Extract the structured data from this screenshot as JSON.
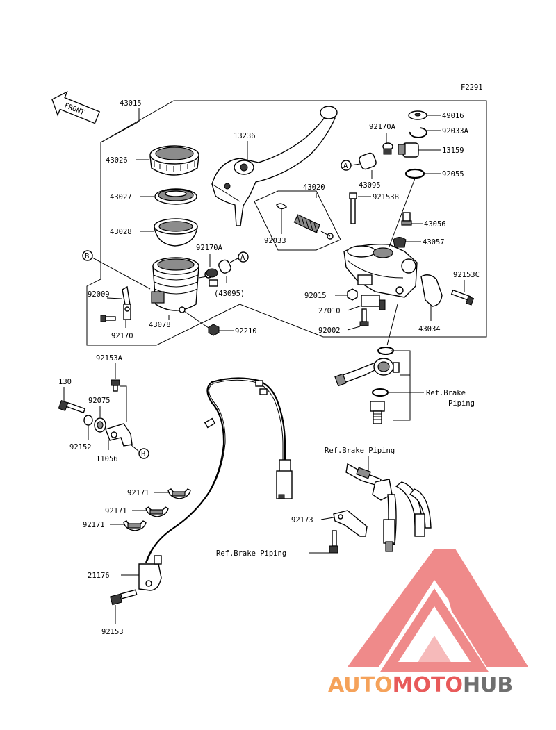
{
  "figure_code": "F2291",
  "front_arrow_label": "FRONT",
  "callouts": {
    "A": "A",
    "B": "B"
  },
  "labels": {
    "p43015": "43015",
    "p43026": "43026",
    "p43027": "43027",
    "p43028": "43028",
    "p13236": "13236",
    "p92170A_top": "92170A",
    "p49016": "49016",
    "p92033A": "92033A",
    "p13159": "13159",
    "p43095_top": "43095",
    "p92055": "92055",
    "p43020": "43020",
    "p92153B": "92153B",
    "p43056": "43056",
    "p92033": "92033",
    "p43057": "43057",
    "p92170A_mid": "92170A",
    "p43095_paren": "(43095)",
    "p92153C": "92153C",
    "p92009": "92009",
    "p92015": "92015",
    "p27010": "27010",
    "p43078": "43078",
    "p92210": "92210",
    "p92002": "92002",
    "p43034": "43034",
    "p92170": "92170",
    "p92153A": "92153A",
    "p130": "130",
    "p92075": "92075",
    "p92152": "92152",
    "p11056": "11056",
    "ref_brake_piping_1a": "Ref.Brake",
    "ref_brake_piping_1b": "Piping",
    "ref_brake_piping_2": "Ref.Brake Piping",
    "p92171_a": "92171",
    "p92171_b": "92171",
    "p92171_c": "92171",
    "p92173": "92173",
    "ref_brake_piping_3": "Ref.Brake Piping",
    "p21176": "21176",
    "p92153": "92153"
  },
  "watermark": {
    "part1": "AUTO",
    "part2": "MOTO",
    "part3": "HUB",
    "color_orange": "#f5a25a",
    "color_red": "#e85a5a",
    "color_grey": "#6f6f6f",
    "logo_color": "#ee7e7e"
  }
}
